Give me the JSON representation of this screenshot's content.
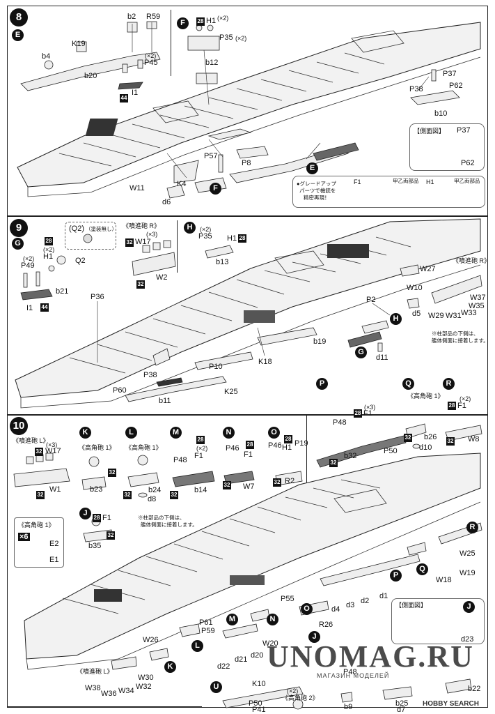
{
  "steps": {
    "s8": {
      "number": "8",
      "sub_e": "E",
      "sub_f": "F",
      "labels": [
        "b2",
        "R59",
        "b4",
        "K19",
        "P45",
        "(×2)",
        "b20",
        "I1",
        "H1",
        "(×2)",
        "P35",
        "(×2)",
        "b12",
        "P37",
        "P62",
        "P38",
        "b10",
        "P57",
        "P8",
        "K4",
        "W11",
        "d6"
      ],
      "badges": [
        "44",
        "28"
      ],
      "side_view_title": "【側面図】",
      "side_view_labels": [
        "P37",
        "P62"
      ],
      "upgrade_note": {
        "text_lines": [
          "●グレードアップ",
          "パーツで機銃を",
          "精密再現！"
        ],
        "items": [
          "F1",
          "甲乙両部品",
          "H1",
          "甲乙両部品"
        ]
      }
    },
    "s9": {
      "number": "9",
      "sub_g": "G",
      "q2_title": "(Q2)",
      "q2_note": "（塗装無し）",
      "group_r": "《噴進砲 R》",
      "labels": [
        "P49",
        "(×2)",
        "H1",
        "(×2)",
        "Q2",
        "b21",
        "I1",
        "W17",
        "(×3)",
        "W2",
        "P35",
        "(×2)",
        "H1",
        "b13",
        "P36",
        "W27",
        "《噴進砲 R》",
        "W10",
        "P2",
        "d5",
        "W37",
        "W35",
        "W29",
        "W31",
        "W33",
        "b19",
        "d11",
        "P10",
        "K18",
        "P38",
        "P60",
        "b11",
        "K25"
      ],
      "badges": [
        "28",
        "44",
        "32",
        "28"
      ],
      "note_lines": [
        "※柱部品の下側は、",
        "艦体側面に接着します。"
      ]
    },
    "s10": {
      "number": "10",
      "group_l": "《噴進砲 L》",
      "labels": [
        "W17",
        "(×3)",
        "W1",
        "《高角砲 1》",
        "b23",
        "《高角砲 1》",
        "b24",
        "d8",
        "P48",
        "F1",
        "(×2)",
        "b14",
        "P46",
        "F1",
        "W7",
        "P46",
        "H1",
        "P19",
        "R2",
        "F1",
        "b35",
        "《高角砲 1》",
        "×6",
        "E2",
        "E1",
        "P48",
        "F1",
        "(×3)",
        "b32",
        "P50",
        "《高角砲 1》",
        "b26",
        "d10",
        "F1",
        "(×2)",
        "W8",
        "W25",
        "W18",
        "W19",
        "d1",
        "d2",
        "d3",
        "d4",
        "R26",
        "P55",
        "W26",
        "P61",
        "P59",
        "d22",
        "d21",
        "d20",
        "W20",
        "W30",
        "W32",
        "W38",
        "W36",
        "W34",
        "【側面図】",
        "d23",
        "b25",
        "b9",
        "b22",
        "P48",
        "d7"
      ],
      "note_lines": [
        "※柱部品の下側は、",
        "艦体側面に接着します。"
      ],
      "sub_letters": [
        "K",
        "L",
        "M",
        "N",
        "O",
        "P",
        "Q",
        "R",
        "J"
      ]
    },
    "s11": {
      "labels": [
        "K10",
        "(×2)",
        "《高角砲 2》",
        "P50",
        "P41",
        "U"
      ]
    }
  },
  "watermark": {
    "main": "UNOMAG.RU",
    "sub": "МАГАЗИН МОДЕЛЕЙ",
    "credit": "HOBBY SEARCH"
  }
}
